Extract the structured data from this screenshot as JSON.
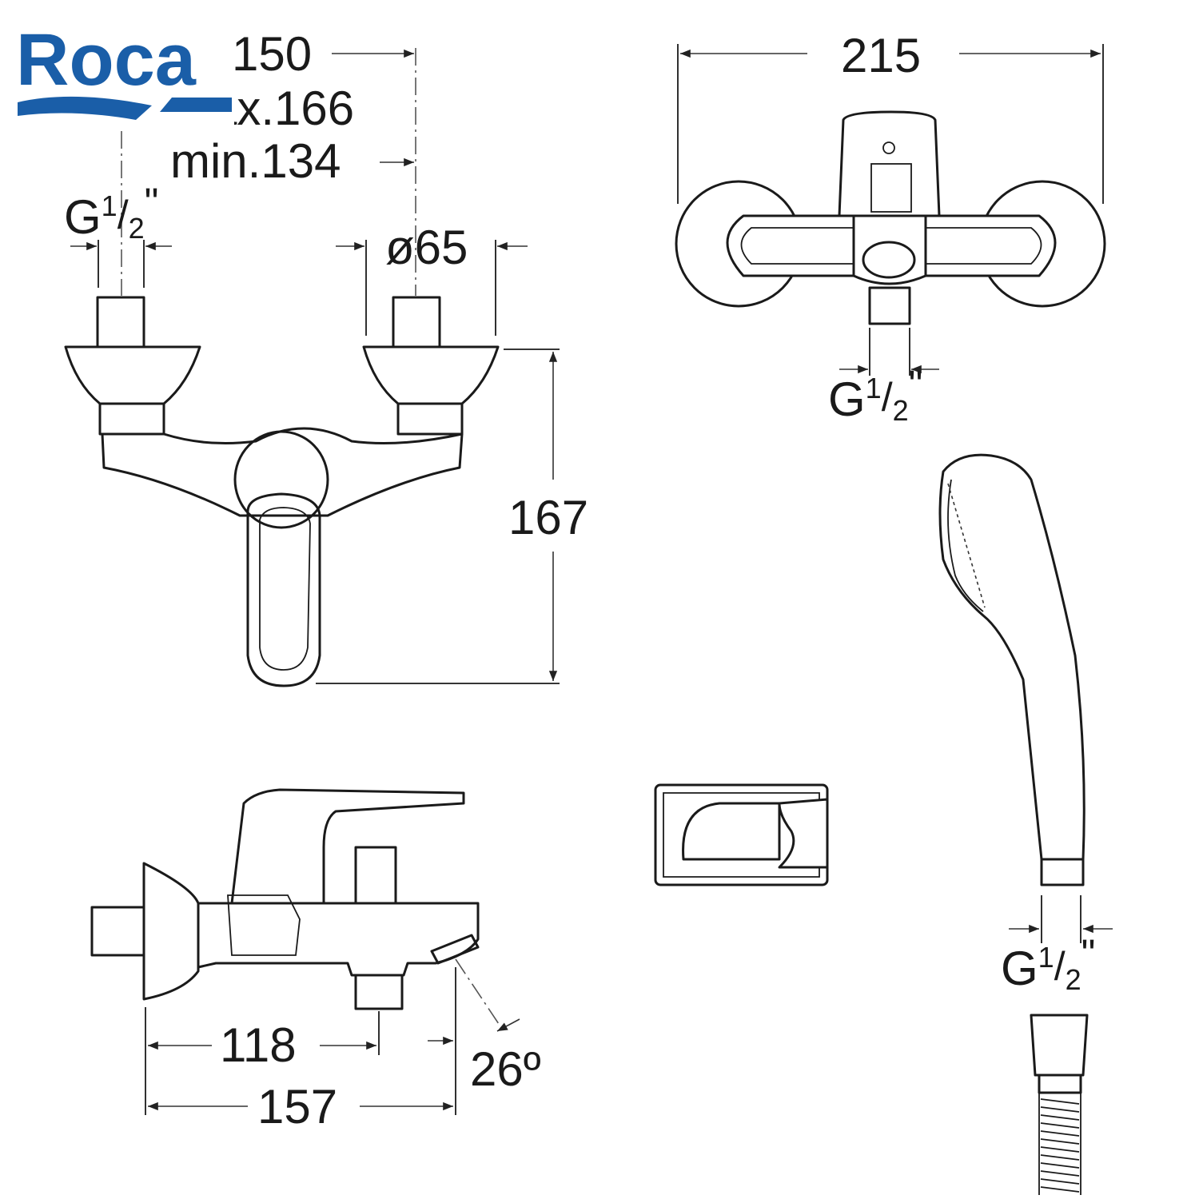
{
  "brand": {
    "name": "Roca",
    "color": "#1a5ea8"
  },
  "front_view": {
    "width_label": "150",
    "max_label": "max.166",
    "min_label": "min.134",
    "inlet_thread": {
      "g": "G",
      "sup": "1",
      "slash": "/",
      "sub": "2",
      "quote": "\""
    },
    "flange_diameter": "ø65",
    "height_label": "167"
  },
  "top_view": {
    "width_label": "215",
    "outlet_thread": {
      "g": "G",
      "sup": "1",
      "slash": "/",
      "sub": "2",
      "quote": "\""
    }
  },
  "side_view": {
    "spout_label": "118",
    "total_label": "157",
    "angle_label": "26º"
  },
  "hand_shower": {
    "thread": {
      "g": "G",
      "sup": "1",
      "slash": "/",
      "sub": "2",
      "quote": "\""
    }
  }
}
